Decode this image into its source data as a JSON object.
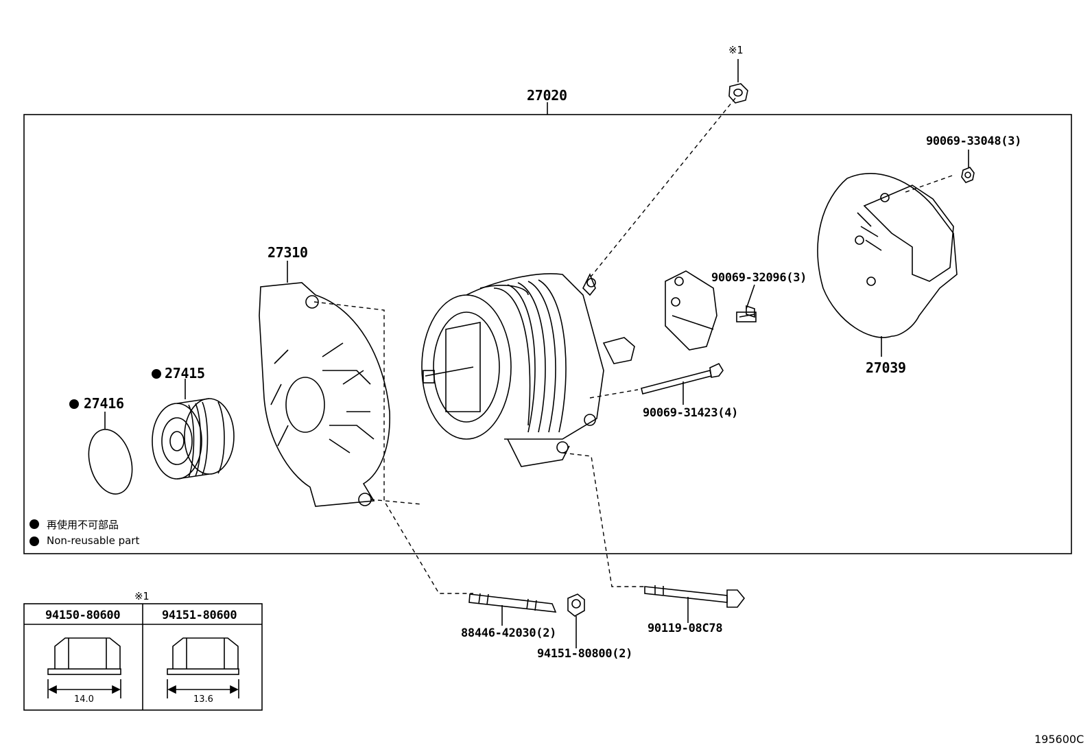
{
  "assembly": {
    "part_no": "27020"
  },
  "ref_mark": "※1",
  "parts": {
    "p27310": "27310",
    "p27415": "27415",
    "p27416": "27416",
    "p27039": "27039",
    "p90069_33048": "90069-33048(3)",
    "p90069_32096": "90069-32096(3)",
    "p90069_31423": "90069-31423(4)",
    "p88446_42030": "88446-42030(2)",
    "p94151_80800": "94151-80800(2)",
    "p90119_08C78": "90119-08C78"
  },
  "legend": {
    "jp": "再使用不可部品",
    "en": "Non-reusable part"
  },
  "nut_table": {
    "mark": "※1",
    "col1": {
      "part": "94150-80600",
      "dim": "14.0"
    },
    "col2": {
      "part": "94151-80600",
      "dim": "13.6"
    }
  },
  "diagram_code": "195600C"
}
